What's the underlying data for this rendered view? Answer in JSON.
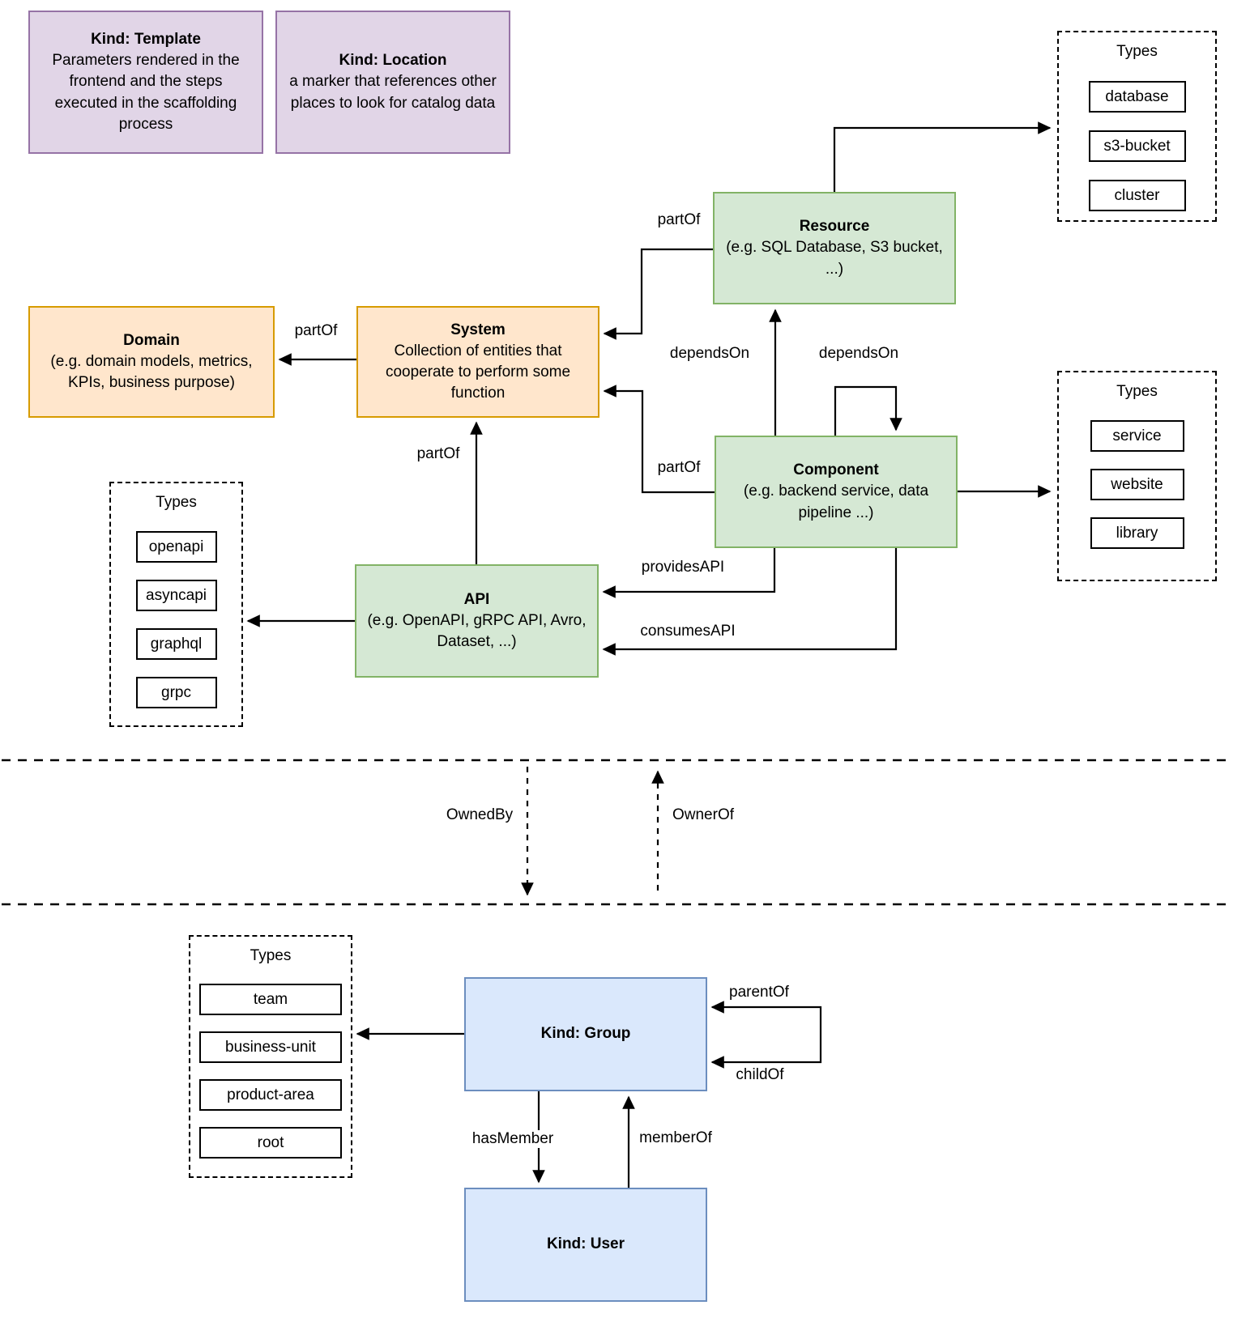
{
  "diagram": {
    "kinds": {
      "template": {
        "title": "Kind: Template",
        "description": "Parameters rendered in the frontend and the steps executed in  the scaffolding process"
      },
      "location": {
        "title": "Kind: Location",
        "description": "a marker that references other places to look for catalog data"
      },
      "domain": {
        "title": "Domain",
        "description": "(e.g.  domain models, metrics, KPIs, business purpose)"
      },
      "system": {
        "title": "System",
        "description": "Collection of entities that cooperate to perform some function"
      },
      "resource": {
        "title": "Resource",
        "description": "(e.g. SQL Database, S3 bucket, ...)"
      },
      "component": {
        "title": "Component",
        "description": "(e.g. backend service, data pipeline ...)"
      },
      "api": {
        "title": "API",
        "description": "(e.g. OpenAPI, gRPC API, Avro, Dataset, ...)"
      },
      "group": {
        "title": "Kind: Group"
      },
      "user": {
        "title": "Kind: User"
      }
    },
    "type_lists": {
      "resource_types": {
        "title": "Types",
        "items": [
          "database",
          "s3-bucket",
          "cluster"
        ]
      },
      "component_types": {
        "title": "Types",
        "items": [
          "service",
          "website",
          "library"
        ]
      },
      "api_types": {
        "title": "Types",
        "items": [
          "openapi",
          "asyncapi",
          "graphql",
          "grpc"
        ]
      },
      "group_types": {
        "title": "Types",
        "items": [
          "team",
          "business-unit",
          "product-area",
          "root"
        ]
      }
    },
    "relations": {
      "part_of": "partOf",
      "depends_on": "dependsOn",
      "provides_api": "providesAPI",
      "consumes_api": "consumesAPI",
      "owned_by": "OwnedBy",
      "owner_of": "OwnerOf",
      "parent_of": "parentOf",
      "child_of": "childOf",
      "has_member": "hasMember",
      "member_of": "memberOf"
    },
    "colors": {
      "green_fill": "#d5e8d4",
      "green_stroke": "#82b366",
      "orange_fill": "#ffe6cc",
      "orange_stroke": "#d79b00",
      "purple_fill": "#e1d5e7",
      "purple_stroke": "#9673a6",
      "blue_fill": "#dae8fc",
      "blue_stroke": "#6c8ebf",
      "line": "#000000"
    }
  }
}
